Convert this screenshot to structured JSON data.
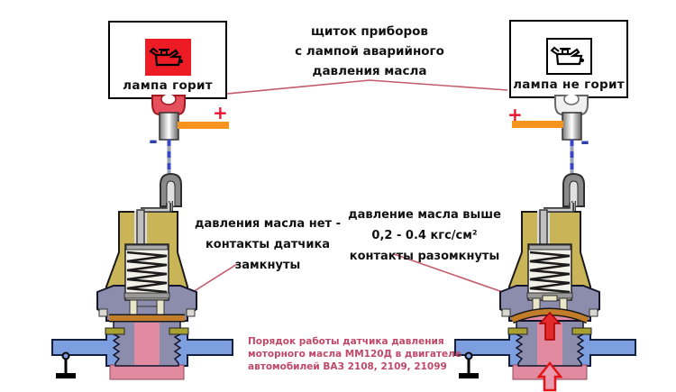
{
  "header": {
    "line1": "щиток приборов",
    "line2": "с лампой аварийного",
    "line3": "давления масла"
  },
  "left": {
    "lamp_label": "лампа горит",
    "plus": "+",
    "minus": "-",
    "note_line1": "давления масла нет -",
    "note_line2": "контакты датчика",
    "note_line3": "замкнуты"
  },
  "right": {
    "lamp_label": "лампа не горит",
    "plus": "+",
    "minus": "-",
    "note_line1": "давление масла выше",
    "note_line2": "0,2 - 0.4 кгс/см²",
    "note_line3": "контакты разомкнуты"
  },
  "footer": {
    "line1": "Порядок работы датчика давления",
    "line2": "моторного масла ММ120Д в двигателе",
    "line3": "автомобилей ВАЗ 2108, 2109, 21099"
  },
  "icons": {
    "left_indicator": "oil-can-warning-lamp-on",
    "right_indicator": "oil-can-warning-lamp-off"
  },
  "colors": {
    "lamp_on_background": "#ed1c24",
    "plus_wire_orange": "#f7941d",
    "plus_sign_red": "#e8112d",
    "minus_wire_blue": "#2b3faf",
    "sensor_body_olive": "#c9b458",
    "sensor_nut_slate": "#8c8cac",
    "diaphragm_brown": "#c17d2a",
    "oil_channel_pink": "#e18aa0",
    "pipe_blue": "#7d9fe0",
    "pressure_arrow_red": "#e32b2b",
    "leader_line_rose": "#c45b6b",
    "footer_text_rose": "#c04868"
  }
}
